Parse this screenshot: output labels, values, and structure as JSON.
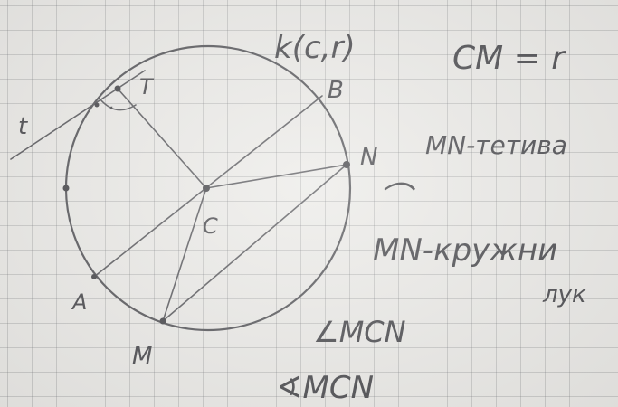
{
  "figure": {
    "circle_label": "k(c,r)",
    "tangent_label": "t",
    "tangent_point_label": "T",
    "right_angle_mark": ".",
    "center_label": "C",
    "points": {
      "A": "A",
      "B": "B",
      "M": "M",
      "N": "N"
    }
  },
  "notes": {
    "radius": "CM = r",
    "chord": "MN-тетива",
    "arc_symbol": "⌒",
    "arc": "MN-кружни",
    "arc_cont": "лук",
    "angle": "∠MCN",
    "angle_region": "∢MCN"
  },
  "colors": {
    "ink": "#5a5a5e",
    "paper": "#ecebe8",
    "grid": "#a8a8ad"
  }
}
